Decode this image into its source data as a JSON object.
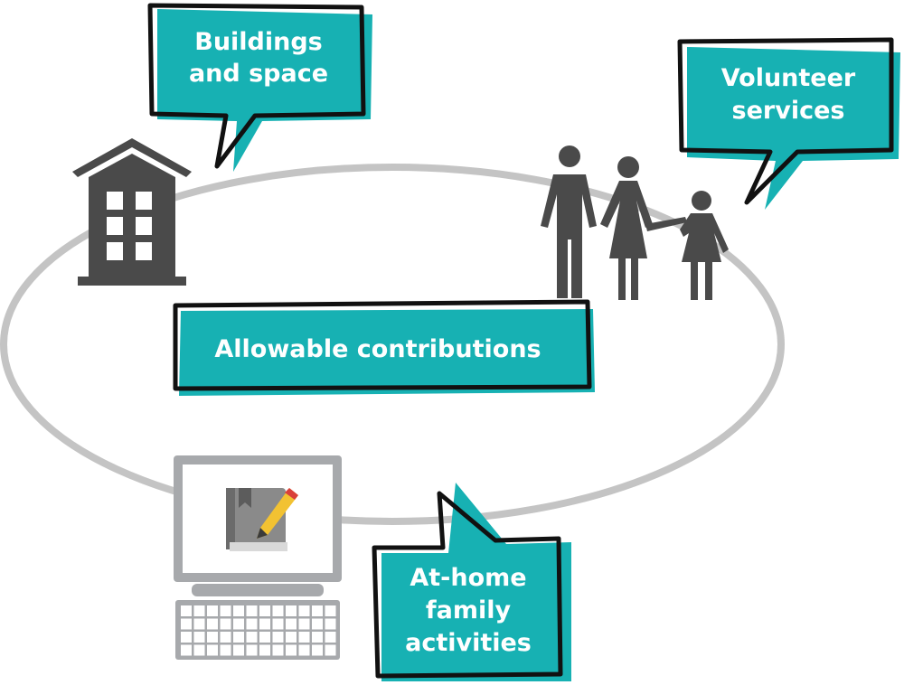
{
  "diagram": {
    "center_label": "Allowable contributions",
    "callouts": {
      "buildings": [
        "Buildings",
        "and space"
      ],
      "volunteer": [
        "Volunteer",
        "services"
      ],
      "home": [
        "At-home",
        "family",
        "activities"
      ]
    },
    "icons": {
      "building": "building-icon",
      "family": "family-icon",
      "computer": "computer-icon",
      "notebook": "notebook-pencil-icon"
    },
    "colors": {
      "accent": "#17b1b3",
      "outline": "#111111",
      "icon": "#4a4a4a",
      "ring": "#c4c4c4"
    }
  }
}
